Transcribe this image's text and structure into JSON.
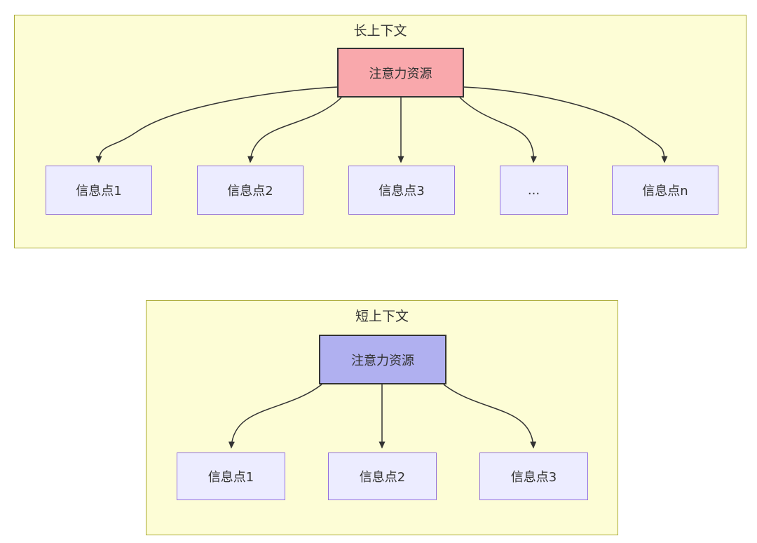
{
  "sections": [
    {
      "title": "长上下文",
      "source": {
        "label": "注意力资源",
        "fill": "#f9a8ac"
      },
      "targets": [
        "信息点1",
        "信息点2",
        "信息点3",
        "...",
        "信息点n"
      ]
    },
    {
      "title": "短上下文",
      "source": {
        "label": "注意力资源",
        "fill": "#b0b0f0"
      },
      "targets": [
        "信息点1",
        "信息点2",
        "信息点3"
      ]
    }
  ],
  "colors": {
    "section_fill": "#fdfdd6",
    "section_border": "#aaaa33",
    "target_fill": "#ececff",
    "target_border": "#9370db",
    "source_border": "#333333",
    "edge": "#333333",
    "text": "#333333"
  }
}
